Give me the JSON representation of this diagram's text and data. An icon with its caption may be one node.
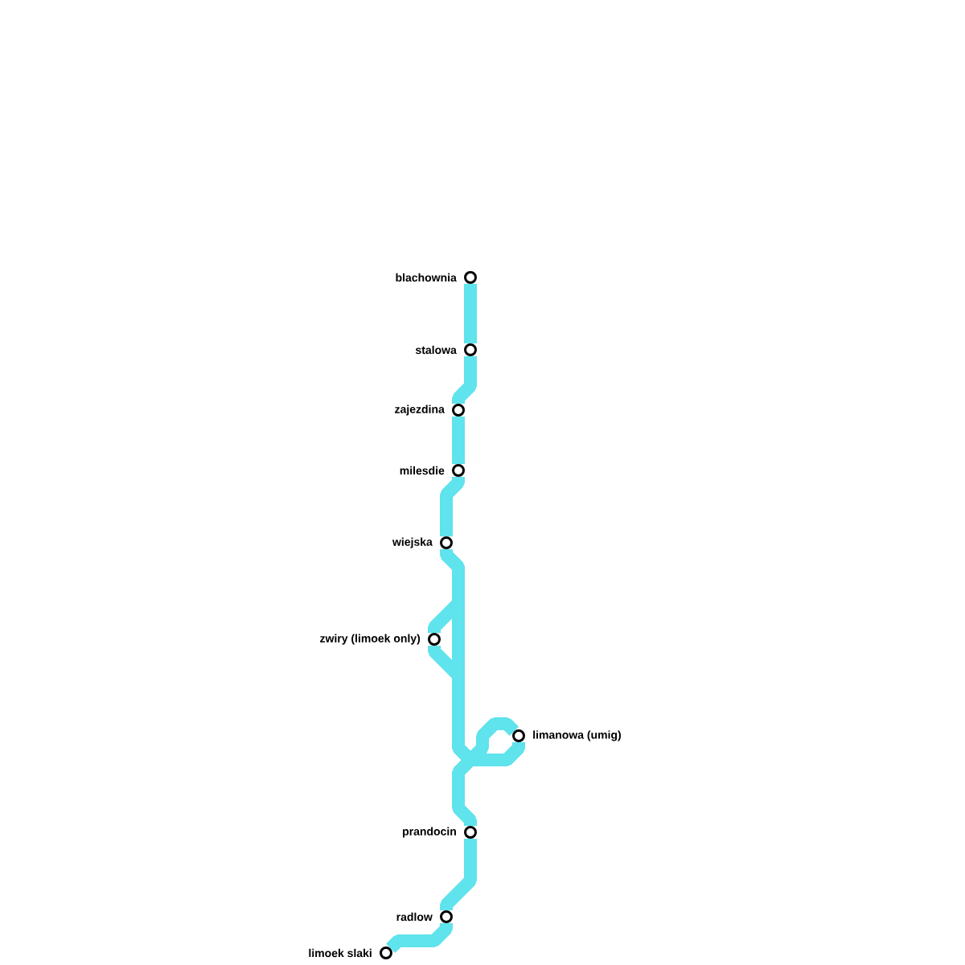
{
  "diagram": {
    "nodes": [
      {
        "text": [
          "blachownia"
        ]
      },
      {
        "text": [
          "stalowa"
        ]
      },
      {
        "text": [
          "zajezdina"
        ]
      },
      {
        "text": [
          "milesdie"
        ]
      },
      {
        "text": [
          "wiejska"
        ]
      },
      {
        "text": [
          "zwiry (limoek only)"
        ]
      },
      {
        "text": [
          "limanowa (umig)"
        ]
      },
      {
        "text": [
          "prandocin"
        ]
      },
      {
        "text": [
          "radlow"
        ]
      },
      {
        "text": [
          "limoek slaki"
        ]
      }
    ],
    "edges": [
      {
        "from": 0,
        "to": 1,
        "arrow": "none"
      },
      {
        "from": 1,
        "to": 2,
        "arrow": "none"
      },
      {
        "from": 2,
        "to": 3,
        "arrow": "none"
      },
      {
        "from": 3,
        "to": 4,
        "arrow": "none"
      },
      {
        "from": 4,
        "to": 5,
        "arrow": "none"
      },
      {
        "from": 5,
        "to": 6,
        "arrow": "none"
      },
      {
        "from": 4,
        "to": 6,
        "arrow": "none"
      },
      {
        "from": 6,
        "to": 7,
        "arrow": "none"
      },
      {
        "from": 7,
        "to": 8,
        "arrow": "none"
      },
      {
        "from": 8,
        "to": 9,
        "arrow": "none"
      }
    ]
  }
}
